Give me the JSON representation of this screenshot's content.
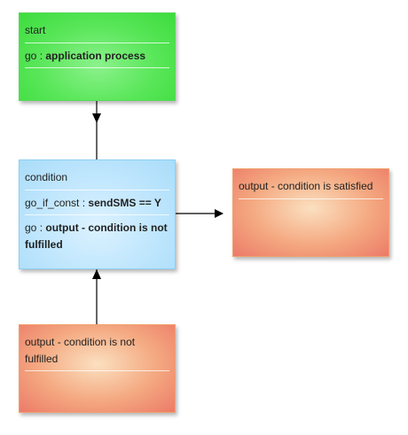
{
  "nodes": {
    "start": {
      "title": "start",
      "key": "go",
      "separator": " : ",
      "value": "application process"
    },
    "condition": {
      "title": "condition",
      "key1": "go_if_const",
      "separator1": " : ",
      "value1": "sendSMS == Y",
      "key2": "go",
      "separator2": " : ",
      "value2": "output - condition is not fulfilled"
    },
    "output_satisfied": {
      "title": "output - condition is satisfied"
    },
    "output_not_fulfilled": {
      "title": "output - condition is not fulfilled"
    }
  },
  "colors": {
    "start": "#4ee44e",
    "condition": "#bfe6fd",
    "output": "#f4a880",
    "edge": "#000000"
  }
}
